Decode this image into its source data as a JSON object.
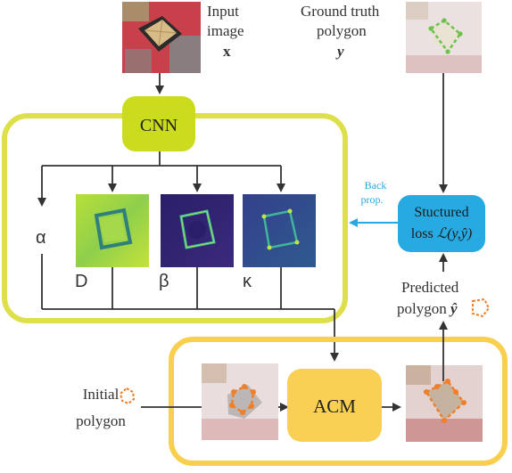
{
  "input_image": {
    "line1": "Input",
    "line2": "image",
    "symbol": "x"
  },
  "ground_truth": {
    "line1": "Ground truth",
    "line2": "polygon",
    "symbol": "y"
  },
  "cnn": {
    "label": "CNN"
  },
  "maps": {
    "alpha": "α",
    "d": "D",
    "beta": "β",
    "kappa": "κ"
  },
  "back_prop": {
    "line1": "Back",
    "line2": "prop."
  },
  "loss": {
    "line1": "Stuctured",
    "line2_prefix": "loss ",
    "line2_math": "ℒ(y,ŷ)"
  },
  "predicted": {
    "line1": "Predicted",
    "line2": "polygon ",
    "symbol": "ŷ"
  },
  "initial": {
    "line1": "Initial",
    "line2": "polygon"
  },
  "acm": {
    "label": "ACM"
  },
  "colors": {
    "cnn_frame": "#dde04a",
    "cnn_box": "#cbdc1f",
    "acm_frame": "#f8cf4f",
    "acm_box": "#f9cf54",
    "loss_box": "#27a9e1",
    "back_prop_text": "#27a9e1",
    "gt_polygon": "#6cc24a",
    "pred_polygon": "#f07f28",
    "arrow": "#333333"
  }
}
